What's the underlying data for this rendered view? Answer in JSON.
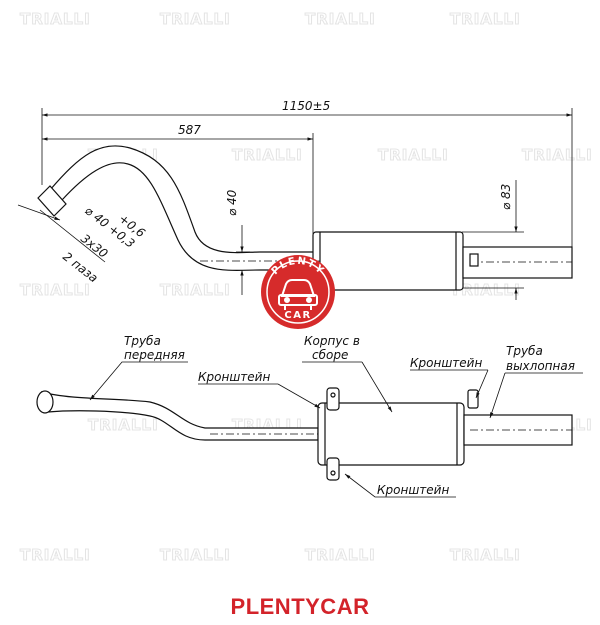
{
  "watermark": {
    "text": "TRIALLI"
  },
  "dimensions": {
    "overall_length": "1150±5",
    "front_length": "587",
    "inlet_diameter": "⌀ 40 +0,3",
    "inlet_tolerance": "+0,6",
    "slot_spec": "3x30",
    "slot_count": "2 паза",
    "pipe_diameter": "⌀ 40",
    "body_diameter": "⌀ 83"
  },
  "labels": {
    "front_pipe_line1": "Труба",
    "front_pipe_line2": "передняя",
    "bracket_left": "Кронштейн",
    "body_line1": "Корпус в",
    "body_line2": "сборе",
    "bracket_right": "Кронштейн",
    "tail_pipe_line1": "Труба",
    "tail_pipe_line2": "выхлопная",
    "bracket_bottom": "Кронштейн"
  },
  "badge": {
    "arc_top": "PLENTY",
    "arc_bottom": "CAR"
  },
  "brand": {
    "caption": "PLENTYCAR"
  },
  "colors": {
    "line": "#111111",
    "badge_red": "#d62b2b",
    "caption_red": "#d3232a",
    "watermark": "#e4e4e4"
  }
}
